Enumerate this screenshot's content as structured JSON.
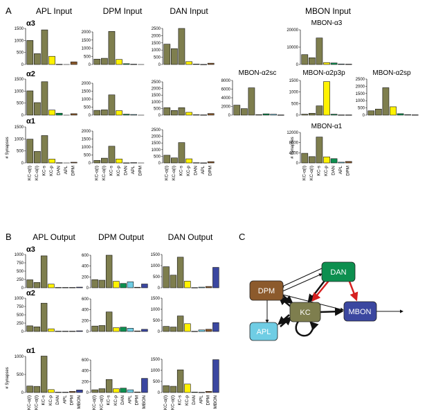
{
  "panel_labels": {
    "A": "A",
    "B": "B",
    "C": "C"
  },
  "ylabel": "# Synapses",
  "colors": {
    "kc": "#7e7e4e",
    "kcp": "#fff200",
    "dan": "#0d8f4f",
    "apl": "#6fcde4",
    "dpm": "#8c5a2c",
    "mbon": "#3b47a0",
    "zero": "#444444"
  },
  "chart_data": [
    {
      "id": "a-apl-a3",
      "type": "bar",
      "header": "APL Input",
      "row": "α3",
      "categories": [
        "KC-α(I)",
        "KC-α(I)",
        "KC-s",
        "KC-p",
        "DAN",
        "APL",
        "DPM"
      ],
      "values": [
        1000,
        450,
        1440,
        340,
        10,
        0,
        110
      ],
      "ylim": [
        0,
        1500
      ],
      "ticks": [
        0,
        500,
        1000,
        1500
      ]
    },
    {
      "id": "a-apl-a2",
      "type": "bar",
      "row": "α2",
      "categories": [
        "KC-α(I)",
        "KC-α(I)",
        "KC-s",
        "KC-p",
        "DAN",
        "APL",
        "DPM"
      ],
      "values": [
        1010,
        520,
        1390,
        210,
        80,
        0,
        60
      ],
      "ylim": [
        0,
        1500
      ],
      "ticks": [
        0,
        500,
        1000,
        1500
      ]
    },
    {
      "id": "a-apl-a1",
      "type": "bar",
      "row": "α1",
      "categories": [
        "KC-α(I)",
        "KC-α(I)",
        "KC-s",
        "KC-p",
        "DAN",
        "APL",
        "DPM"
      ],
      "values": [
        990,
        480,
        1140,
        160,
        10,
        0,
        30
      ],
      "ylim": [
        0,
        1500
      ],
      "ticks": [
        0,
        500,
        1000,
        1500
      ],
      "xticks": [
        "KC-α(I)",
        "KC-α(I)",
        "KC-s",
        "KC-p",
        "DAN",
        "APL",
        "DPM"
      ]
    },
    {
      "id": "a-dpm-a3",
      "type": "bar",
      "header": "DPM Input",
      "categories": [
        "KC-α(I)",
        "KC-α(I)",
        "KC-s",
        "KC-p",
        "DAN",
        "APL",
        "DPM"
      ],
      "values": [
        330,
        380,
        2030,
        310,
        50,
        20,
        0
      ],
      "ylim": [
        0,
        2000
      ],
      "ticks": [
        0,
        500,
        1000,
        1500,
        2000
      ]
    },
    {
      "id": "a-dpm-a2",
      "type": "bar",
      "categories": [
        "KC-α(I)",
        "KC-α(I)",
        "KC-s",
        "KC-p",
        "DAN",
        "APL",
        "DPM"
      ],
      "values": [
        300,
        330,
        1270,
        280,
        60,
        40,
        0
      ],
      "ylim": [
        0,
        2000
      ],
      "ticks": [
        0,
        500,
        1000,
        1500,
        2000
      ]
    },
    {
      "id": "a-dpm-a1",
      "type": "bar",
      "categories": [
        "KC-α(I)",
        "KC-α(I)",
        "KC-s",
        "KC-p",
        "DAN",
        "APL",
        "DPM"
      ],
      "values": [
        160,
        300,
        1050,
        250,
        10,
        20,
        0
      ],
      "ylim": [
        0,
        2000
      ],
      "ticks": [
        0,
        500,
        1000,
        1500,
        2000
      ],
      "xticks": [
        "KC-α(I)",
        "KC-α(I)",
        "KC-s",
        "KC-p",
        "DAN",
        "APL",
        "DPM"
      ]
    },
    {
      "id": "a-dan-a3",
      "type": "bar",
      "header": "DAN Input",
      "categories": [
        "KC-α(I)",
        "KC-α(I)",
        "KC-s",
        "KC-p",
        "DAN",
        "APL",
        "DPM"
      ],
      "values": [
        1410,
        1100,
        2500,
        200,
        30,
        10,
        90
      ],
      "ylim": [
        0,
        2500
      ],
      "ticks": [
        0,
        500,
        1000,
        1500,
        2000,
        2500
      ]
    },
    {
      "id": "a-dan-a2",
      "type": "bar",
      "categories": [
        "KC-α(I)",
        "KC-α(I)",
        "KC-s",
        "KC-p",
        "DAN",
        "APL",
        "DPM"
      ],
      "values": [
        560,
        350,
        560,
        210,
        30,
        20,
        120
      ],
      "ylim": [
        0,
        2500
      ],
      "ticks": [
        0,
        500,
        1000,
        1500,
        2000,
        2500
      ]
    },
    {
      "id": "a-dan-a1",
      "type": "bar",
      "categories": [
        "KC-α(I)",
        "KC-α(I)",
        "KC-s",
        "KC-p",
        "DAN",
        "APL",
        "DPM"
      ],
      "values": [
        580,
        380,
        1530,
        310,
        20,
        10,
        100
      ],
      "ylim": [
        0,
        2500
      ],
      "ticks": [
        0,
        500,
        1000,
        1500,
        2000,
        2500
      ],
      "xticks": [
        "KC-α(I)",
        "KC-α(I)",
        "KC-s",
        "KC-p",
        "DAN",
        "APL",
        "DPM"
      ]
    },
    {
      "id": "a-mbon-a2sc",
      "type": "bar",
      "title": "MBON-α2sc",
      "categories": [
        "KC-α(I)",
        "KC-α(I)",
        "KC-s",
        "KC-p",
        "DAN",
        "APL",
        "DPM"
      ],
      "values": [
        2300,
        1500,
        6300,
        100,
        300,
        200,
        50
      ],
      "ylim": [
        0,
        8000
      ],
      "ticks": [
        0,
        2000,
        4000,
        6000,
        8000
      ]
    },
    {
      "id": "a-mbon-a3",
      "type": "bar",
      "header": "MBON Input",
      "title": "MBON-α3",
      "categories": [
        "KC-α(I)",
        "KC-α(I)",
        "KC-s",
        "KC-p",
        "DAN",
        "APL",
        "DPM"
      ],
      "values": [
        5700,
        3900,
        15300,
        1100,
        900,
        300,
        200
      ],
      "ylim": [
        0,
        20000
      ],
      "ticks": [
        0,
        10000,
        20000
      ]
    },
    {
      "id": "a-mbon-a2p3p",
      "type": "bar",
      "title": "MBON-α2p3p",
      "categories": [
        "KC-α(I)",
        "KC-α(I)",
        "KC-s",
        "KC-p",
        "DAN",
        "APL",
        "DPM"
      ],
      "values": [
        40,
        80,
        400,
        1450,
        40,
        10,
        10
      ],
      "ylim": [
        0,
        1500
      ],
      "ticks": [
        0,
        500,
        1000,
        1500
      ]
    },
    {
      "id": "a-mbon-a2sp",
      "type": "bar",
      "title": "MBON-α2sp",
      "categories": [
        "KC-α(I)",
        "KC-α(I)",
        "KC-s",
        "KC-p",
        "DAN",
        "APL",
        "DPM"
      ],
      "values": [
        300,
        420,
        1900,
        580,
        100,
        30,
        20
      ],
      "ylim": [
        0,
        2500
      ],
      "ticks": [
        0,
        500,
        1000,
        1500,
        2000,
        2500
      ]
    },
    {
      "id": "a-mbon-a1",
      "type": "bar",
      "title": "MBON-α1",
      "categories": [
        "KC-α(I)",
        "KC-α(I)",
        "KC-s",
        "KC-p",
        "DAN",
        "APL",
        "DPM"
      ],
      "values": [
        3800,
        2500,
        10200,
        2400,
        1700,
        300,
        600
      ],
      "ylim": [
        0,
        12000
      ],
      "ticks": [
        0,
        4000,
        8000,
        12000
      ],
      "xticks": [
        "KC-α(I)",
        "KC-α(I)",
        "KC-s",
        "KC-p",
        "DAN",
        "APL",
        "DPM"
      ]
    },
    {
      "id": "b-apl-a3",
      "type": "bar",
      "header": "APL Output",
      "row": "α3",
      "categories": [
        "KC-α(I)",
        "KC-α(I)",
        "KC-s",
        "KC-p",
        "DAN",
        "APL",
        "DPM",
        "MBON"
      ],
      "values": [
        240,
        160,
        960,
        110,
        10,
        10,
        10,
        20
      ],
      "ylim": [
        0,
        1000
      ],
      "ticks": [
        0,
        250,
        500,
        750,
        1000
      ]
    },
    {
      "id": "b-apl-a2",
      "type": "bar",
      "row": "α2",
      "categories": [
        "KC-α(I)",
        "KC-α(I)",
        "KC-s",
        "KC-p",
        "DAN",
        "APL",
        "DPM",
        "MBON"
      ],
      "values": [
        170,
        140,
        850,
        80,
        10,
        10,
        10,
        20
      ],
      "ylim": [
        0,
        1000
      ],
      "ticks": [
        0,
        250,
        500,
        750,
        1000
      ]
    },
    {
      "id": "b-apl-a1",
      "type": "bar",
      "row": "α1",
      "categories": [
        "KC-α(I)",
        "KC-α(I)",
        "KC-s",
        "KC-p",
        "DAN",
        "APL",
        "DPM",
        "MBON"
      ],
      "values": [
        180,
        170,
        1010,
        80,
        10,
        10,
        30,
        70
      ],
      "ylim": [
        0,
        1000
      ],
      "ticks": [
        0,
        500,
        1000
      ],
      "xticks": [
        "KC-α(I)",
        "KC-α(I)",
        "KC-s",
        "KC-p",
        "DAN",
        "APL",
        "DPM",
        "MBON"
      ]
    },
    {
      "id": "b-dpm-a3",
      "type": "bar",
      "header": "DPM Output",
      "categories": [
        "KC-α(I)",
        "KC-α(I)",
        "KC-s",
        "KC-p",
        "DAN",
        "APL",
        "DPM",
        "MBON"
      ],
      "values": [
        150,
        140,
        600,
        120,
        80,
        110,
        10,
        70
      ],
      "ylim": [
        0,
        600
      ],
      "ticks": [
        0,
        200,
        400,
        600
      ]
    },
    {
      "id": "b-dpm-a2",
      "type": "bar",
      "categories": [
        "KC-α(I)",
        "KC-α(I)",
        "KC-s",
        "KC-p",
        "DAN",
        "APL",
        "DPM",
        "MBON"
      ],
      "values": [
        100,
        110,
        360,
        70,
        80,
        60,
        10,
        40
      ],
      "ylim": [
        0,
        600
      ],
      "ticks": [
        0,
        200,
        400,
        600
      ]
    },
    {
      "id": "b-dpm-a1",
      "type": "bar",
      "categories": [
        "KC-α(I)",
        "KC-α(I)",
        "KC-s",
        "KC-p",
        "DAN",
        "APL",
        "DPM",
        "MBON"
      ],
      "values": [
        50,
        70,
        240,
        70,
        80,
        50,
        10,
        260
      ],
      "ylim": [
        0,
        600
      ],
      "ticks": [
        0,
        200,
        400,
        600
      ],
      "xticks": [
        "KC-α(I)",
        "KC-α(I)",
        "KC-s",
        "KC-p",
        "DAN",
        "APL",
        "DPM",
        "MBON"
      ]
    },
    {
      "id": "b-dan-a3",
      "type": "bar",
      "header": "DAN Output",
      "categories": [
        "KC-α(I)",
        "KC-α(I)",
        "KC-s",
        "KC-p",
        "DAN",
        "APL",
        "DPM",
        "MBON"
      ],
      "values": [
        950,
        570,
        1380,
        300,
        10,
        30,
        60,
        920
      ],
      "ylim": [
        0,
        1500
      ],
      "ticks": [
        0,
        500,
        1000,
        1500
      ]
    },
    {
      "id": "b-dan-a2",
      "type": "bar",
      "categories": [
        "KC-α(I)",
        "KC-α(I)",
        "KC-s",
        "KC-p",
        "DAN",
        "APL",
        "DPM",
        "MBON"
      ],
      "values": [
        230,
        200,
        700,
        350,
        10,
        70,
        100,
        400
      ],
      "ylim": [
        0,
        1500
      ],
      "ticks": [
        0,
        500,
        1000,
        1500
      ]
    },
    {
      "id": "b-dan-a1",
      "type": "bar",
      "categories": [
        "KC-α(I)",
        "KC-α(I)",
        "KC-s",
        "KC-p",
        "DAN",
        "APL",
        "DPM",
        "MBON"
      ],
      "values": [
        310,
        280,
        1020,
        380,
        20,
        10,
        50,
        1480
      ],
      "ylim": [
        0,
        1500
      ],
      "ticks": [
        0,
        500,
        1000,
        1500
      ],
      "xticks": [
        "KC-α(I)",
        "KC-α(I)",
        "KC-s",
        "KC-p",
        "DAN",
        "APL",
        "DPM",
        "MBON"
      ]
    }
  ],
  "diagram": {
    "nodes": [
      {
        "id": "dpm",
        "label": "DPM",
        "color": "#8c5a2c",
        "text_color": "#ffffff"
      },
      {
        "id": "dan",
        "label": "DAN",
        "color": "#0d8f4f",
        "text_color": "#ffffff"
      },
      {
        "id": "kc",
        "label": "KC",
        "color": "#7e7e4e",
        "text_color": "#ffffff"
      },
      {
        "id": "apl",
        "label": "APL",
        "color": "#6fcde4",
        "text_color": "#ffffff"
      },
      {
        "id": "mbon",
        "label": "MBON",
        "color": "#3b47a0",
        "text_color": "#ffffff"
      }
    ]
  }
}
